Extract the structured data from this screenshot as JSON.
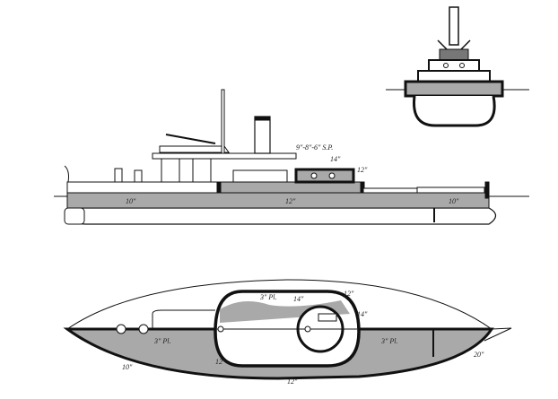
{
  "colors": {
    "armor": "#a9a9a9",
    "ink": "#111111",
    "paper": "#ffffff"
  },
  "elevation": {
    "labels": {
      "secondary_guns": "9\"-8\"-6\" S.P.",
      "turret": "14\"",
      "barbette": "12\"",
      "belt_fore": "10\"",
      "belt_mid": "12\"",
      "belt_aft": "10\""
    }
  },
  "plan": {
    "labels": {
      "deck_upper": "3\" Pl.",
      "breastwork": "14\"",
      "barbette_top": "12\"",
      "turret": "14\"",
      "deck_fore": "3\" Pl.",
      "deck_aft": "3\" Pl.",
      "breastwork_lower": "12\"",
      "belt_fore": "10\"",
      "belt_mid": "12\"",
      "ram": "20\""
    }
  }
}
